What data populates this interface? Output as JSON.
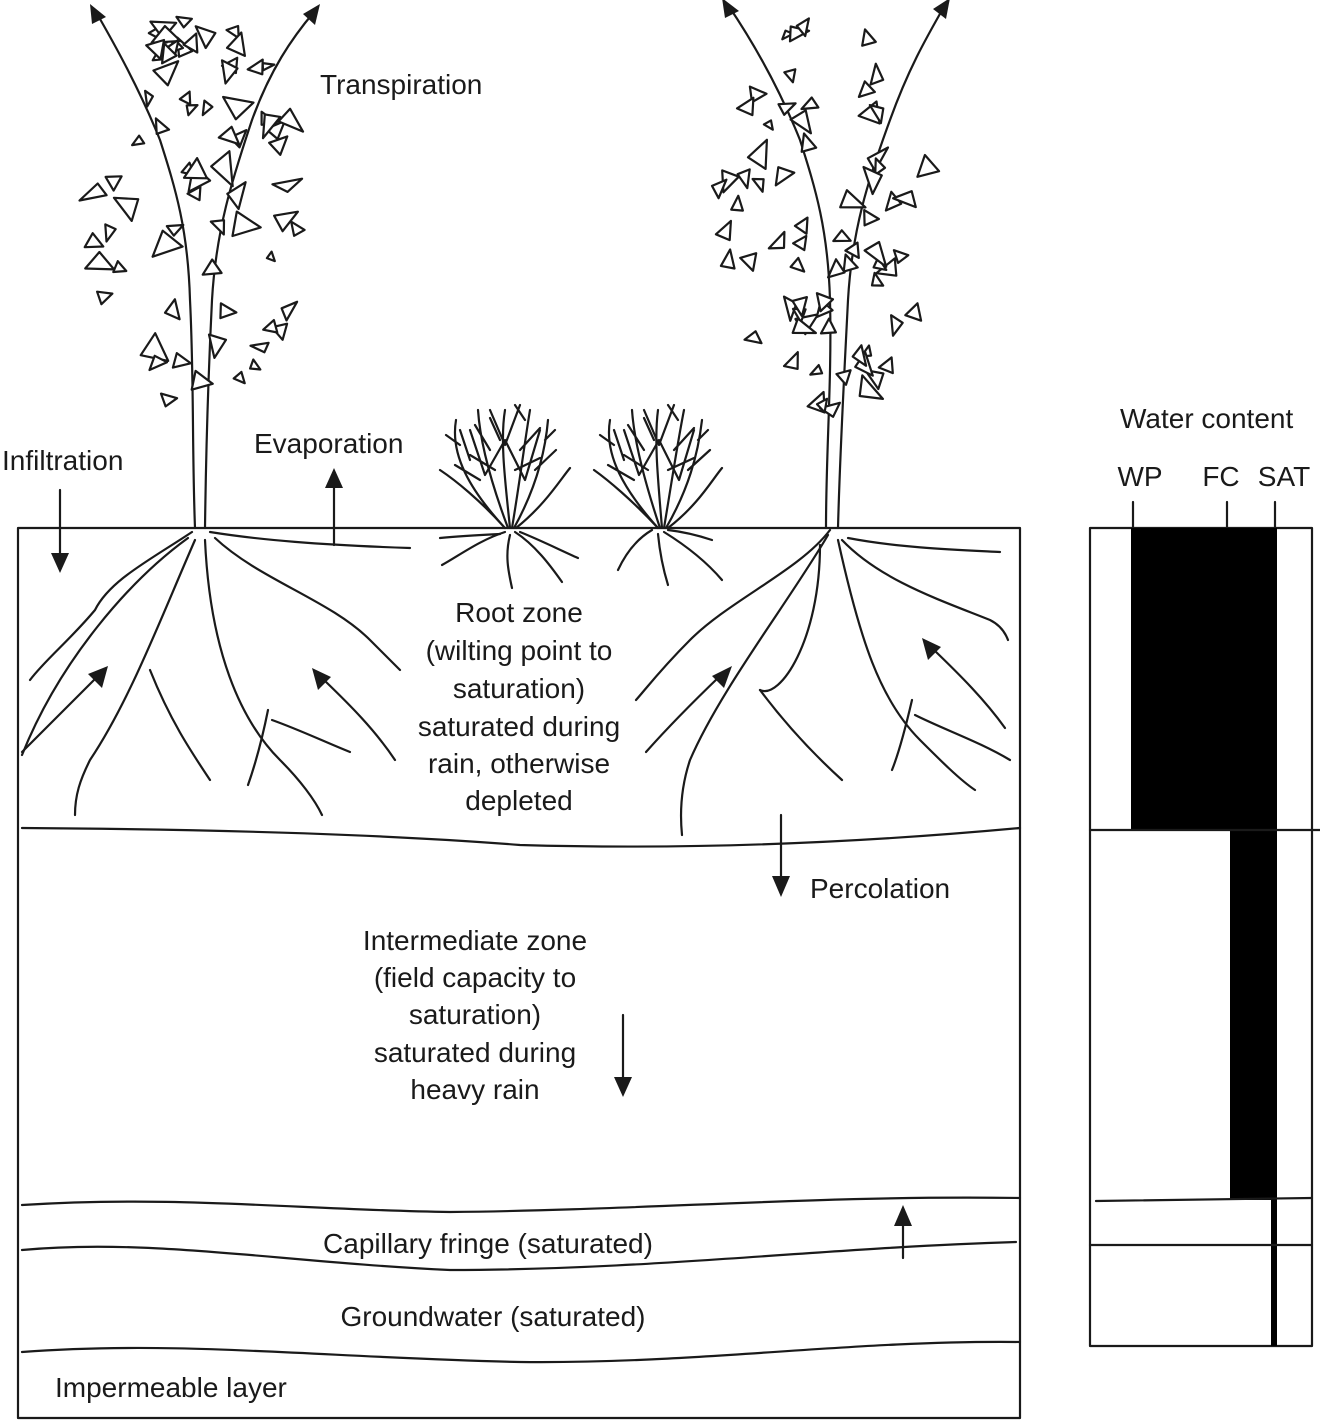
{
  "labels": {
    "transpiration": "Transpiration",
    "infiltration": "Infiltration",
    "evaporation": "Evaporation",
    "percolation": "Percolation",
    "root_zone": [
      "Root zone",
      "(wilting point to",
      "saturation)",
      "saturated during",
      "rain, otherwise",
      "depleted"
    ],
    "intermediate_zone": [
      "Intermediate zone",
      "(field capacity to",
      "saturation)",
      "saturated during",
      "heavy rain"
    ],
    "capillary_fringe": "Capillary fringe (saturated)",
    "groundwater": "Groundwater (saturated)",
    "impermeable_layer": "Impermeable layer"
  },
  "water_content": {
    "title": "Water content",
    "markers": [
      "WP",
      "FC",
      "SAT"
    ]
  },
  "colors": {
    "ink": "#1a1a1a",
    "fill": "#000000",
    "background": "#ffffff"
  }
}
